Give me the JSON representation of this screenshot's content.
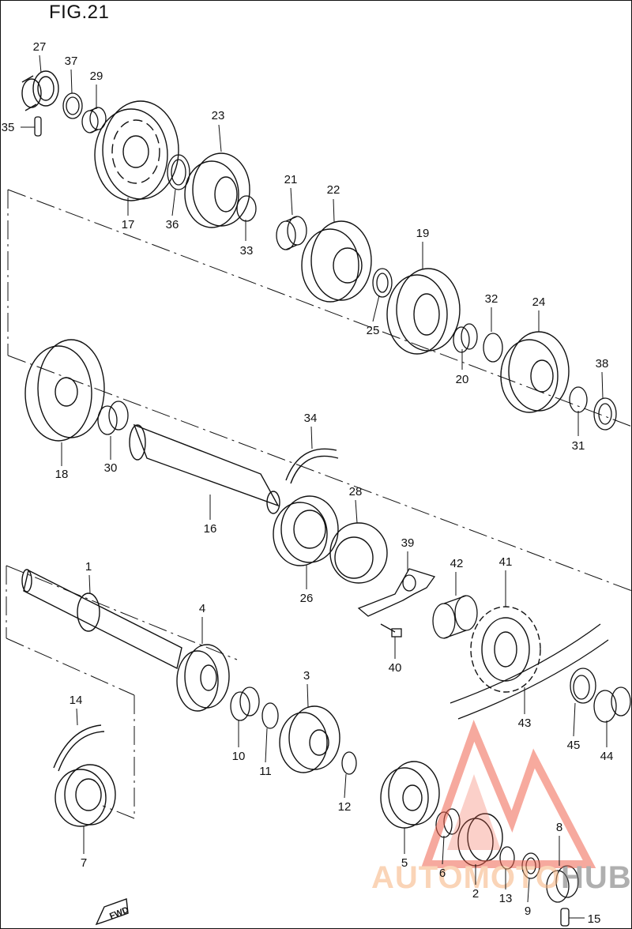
{
  "figure": {
    "title": "FIG.21"
  },
  "callouts": [
    {
      "id": "27",
      "label": "27"
    },
    {
      "id": "37",
      "label": "37"
    },
    {
      "id": "29",
      "label": "29"
    },
    {
      "id": "35",
      "label": "35"
    },
    {
      "id": "17",
      "label": "17"
    },
    {
      "id": "36",
      "label": "36"
    },
    {
      "id": "23",
      "label": "23"
    },
    {
      "id": "33",
      "label": "33"
    },
    {
      "id": "21",
      "label": "21"
    },
    {
      "id": "22",
      "label": "22"
    },
    {
      "id": "19",
      "label": "19"
    },
    {
      "id": "25",
      "label": "25"
    },
    {
      "id": "32",
      "label": "32"
    },
    {
      "id": "24",
      "label": "24"
    },
    {
      "id": "20",
      "label": "20"
    },
    {
      "id": "38",
      "label": "38"
    },
    {
      "id": "31",
      "label": "31"
    },
    {
      "id": "18",
      "label": "18"
    },
    {
      "id": "30",
      "label": "30"
    },
    {
      "id": "34",
      "label": "34"
    },
    {
      "id": "16",
      "label": "16"
    },
    {
      "id": "28",
      "label": "28"
    },
    {
      "id": "26",
      "label": "26"
    },
    {
      "id": "39",
      "label": "39"
    },
    {
      "id": "42",
      "label": "42"
    },
    {
      "id": "41",
      "label": "41"
    },
    {
      "id": "40",
      "label": "40"
    },
    {
      "id": "1",
      "label": "1"
    },
    {
      "id": "4",
      "label": "4"
    },
    {
      "id": "3",
      "label": "3"
    },
    {
      "id": "10",
      "label": "10"
    },
    {
      "id": "11",
      "label": "11"
    },
    {
      "id": "12",
      "label": "12"
    },
    {
      "id": "14",
      "label": "14"
    },
    {
      "id": "7",
      "label": "7"
    },
    {
      "id": "43",
      "label": "43"
    },
    {
      "id": "45",
      "label": "45"
    },
    {
      "id": "44",
      "label": "44"
    },
    {
      "id": "5",
      "label": "5"
    },
    {
      "id": "6",
      "label": "6"
    },
    {
      "id": "2",
      "label": "2"
    },
    {
      "id": "13",
      "label": "13"
    },
    {
      "id": "9",
      "label": "9"
    },
    {
      "id": "8",
      "label": "8"
    },
    {
      "id": "15",
      "label": "15"
    }
  ],
  "direction_marker": {
    "label": "FWD"
  },
  "watermark": {
    "text_left": "AUTOMOTO",
    "text_right": "HUB",
    "color_primary": "#f0644f",
    "color_secondary": "#f6b27d",
    "color_text_dark": "#6e6e6e"
  },
  "colors": {
    "ink": "#111111",
    "background": "#ffffff"
  }
}
